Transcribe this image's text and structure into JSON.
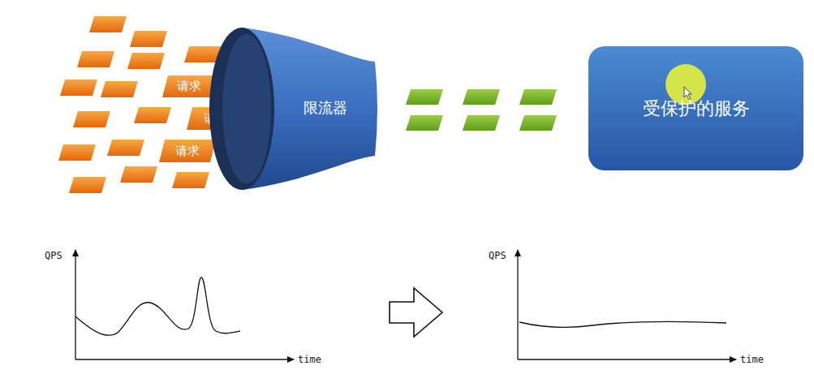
{
  "diagram": {
    "nodes": [
      {
        "text": [
          "请求"
        ]
      },
      {
        "text": [
          "请求"
        ]
      },
      {
        "text": [
          "请求"
        ]
      },
      {
        "text": [
          "限流器"
        ]
      },
      {
        "text": [
          "受保护的服务"
        ]
      }
    ],
    "labels": [
      "QPS",
      "time",
      "QPS",
      "time"
    ]
  }
}
